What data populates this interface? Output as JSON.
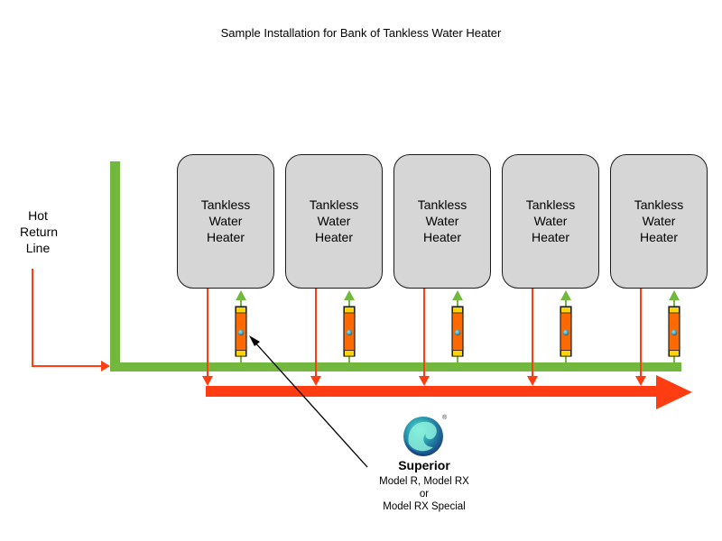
{
  "title": "Sample Installation for Bank of Tankless Water Heater",
  "side_label": {
    "lines": [
      "Hot",
      "Return",
      "Line"
    ]
  },
  "heaters": [
    {
      "lines": [
        "Tankless",
        "Water",
        "Heater"
      ]
    },
    {
      "lines": [
        "Tankless",
        "Water",
        "Heater"
      ]
    },
    {
      "lines": [
        "Tankless",
        "Water",
        "Heater"
      ]
    },
    {
      "lines": [
        "Tankless",
        "Water",
        "Heater"
      ]
    },
    {
      "lines": [
        "Tankless",
        "Water",
        "Heater"
      ]
    }
  ],
  "brand": {
    "name": "Superior",
    "registered_mark": "®",
    "models": [
      "Model R, Model RX",
      "or",
      "Model RX Special"
    ]
  },
  "colors": {
    "hot_line": "#ff3c12",
    "cold_line": "#72b83e",
    "heater_fill": "#d6d6d6",
    "filter_body": "#ff6a00",
    "filter_cap": "#ffd200",
    "logo_dark": "#1d4e8f",
    "logo_light": "#3fc6b5"
  }
}
